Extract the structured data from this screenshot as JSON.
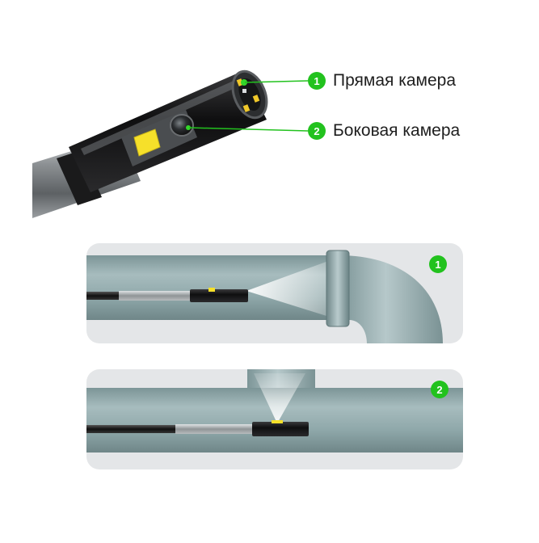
{
  "callouts": [
    {
      "number": "1",
      "label": "Прямая камера"
    },
    {
      "number": "2",
      "label": "Боковая камера"
    }
  ],
  "scenarios": [
    {
      "number": "1"
    },
    {
      "number": "2"
    }
  ],
  "colors": {
    "accent_green": "#22c21e",
    "pipe_teal": "#8ea9ab",
    "panel_bg": "#e4e6e8",
    "led_yellow": "#f6e02a"
  }
}
